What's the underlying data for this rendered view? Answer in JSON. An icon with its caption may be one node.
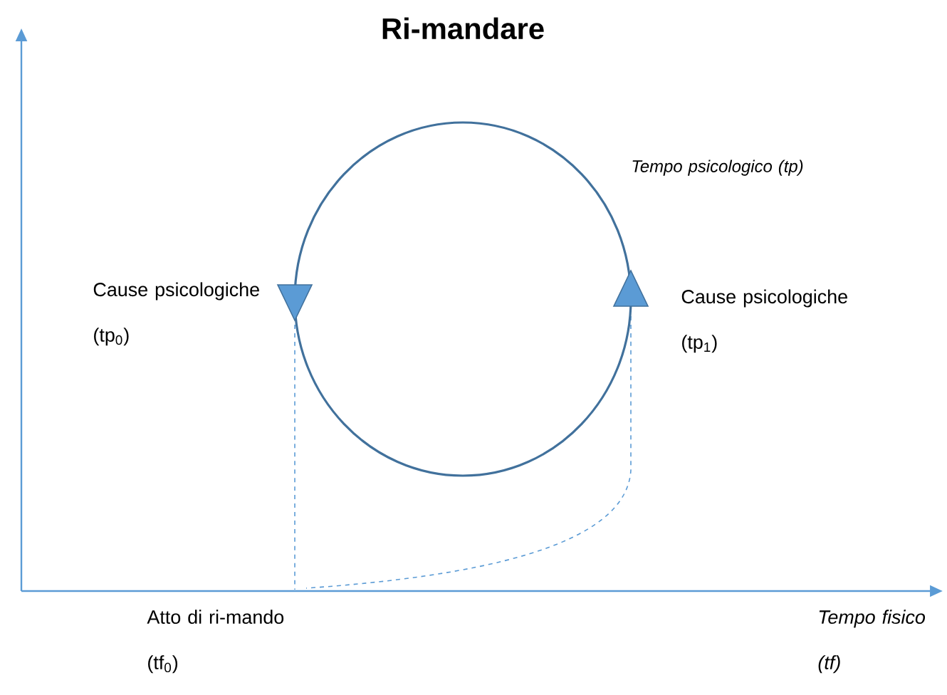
{
  "diagram": {
    "title": "Ri-mandare",
    "labels": [
      "Tempo psicologico (tp)",
      "Cause psicologiche (tp$_{0}$)",
      "Cause psicologiche (tp$_{1}$)",
      "Atto di ri-mando (tf$_{0}$)",
      "Tempo fisico (tf)"
    ]
  }
}
